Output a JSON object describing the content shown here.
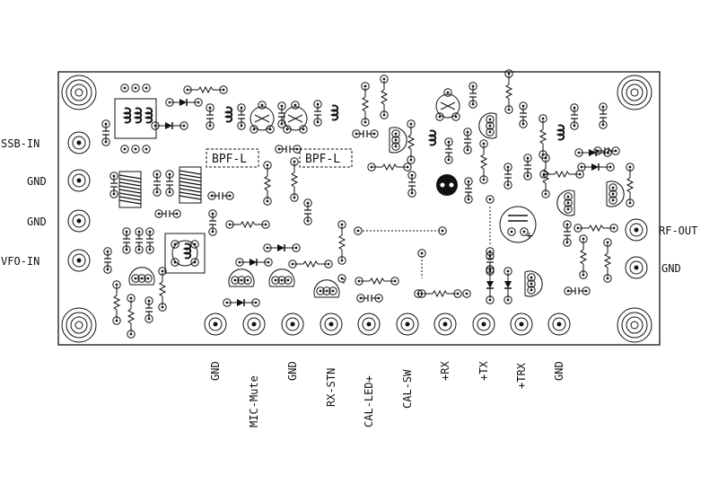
{
  "left_labels": [
    "SSB-IN",
    "GND",
    "GND",
    "VFO-IN"
  ],
  "right_labels": [
    "RF-OUT",
    "GND"
  ],
  "bottom_labels": [
    "GND",
    "MIC-Mute",
    "GND",
    "RX-STN",
    "CAL-LED+",
    "CAL-SW",
    "+RX",
    "+TX",
    "+TRX",
    "GND"
  ],
  "filter_labels": [
    "BPF-L",
    "BPF-L"
  ],
  "colors": {
    "ink": "#111111",
    "board": "#ffffff"
  }
}
